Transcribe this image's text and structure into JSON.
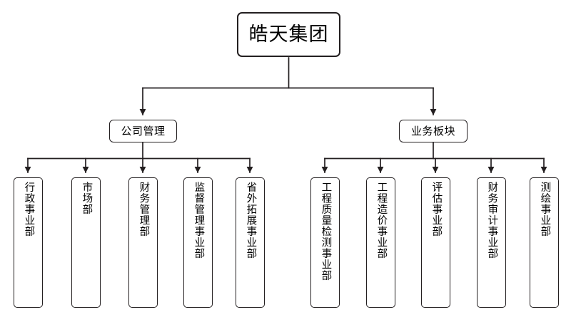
{
  "chart": {
    "type": "org-chart",
    "orientation": "top-down",
    "background_color": "#ffffff",
    "line_color": "#231f20",
    "text_color": "#000000",
    "root": {
      "id": "root",
      "label": "皓天集团"
    },
    "branches": [
      {
        "id": "company-management",
        "label": "公司管理",
        "children": [
          {
            "id": "administration-division",
            "label": "行政事业部"
          },
          {
            "id": "marketing-department",
            "label": "市场部"
          },
          {
            "id": "financial-management-department",
            "label": "财务管理部"
          },
          {
            "id": "supervision-management-division",
            "label": "监督管理事业部"
          },
          {
            "id": "out-of-province-expansion-division",
            "label": "省外拓展事业部"
          }
        ]
      },
      {
        "id": "business-segment",
        "label": "业务板块",
        "children": [
          {
            "id": "engineering-quality-testing-division",
            "label": "工程质量检测事业部"
          },
          {
            "id": "engineering-cost-division",
            "label": "工程造价事业部"
          },
          {
            "id": "assessment-division",
            "label": "评估事业部"
          },
          {
            "id": "financial-audit-division",
            "label": "财务审计事业部"
          },
          {
            "id": "surveying-mapping-division",
            "label": "测绘事业部"
          }
        ]
      }
    ]
  }
}
